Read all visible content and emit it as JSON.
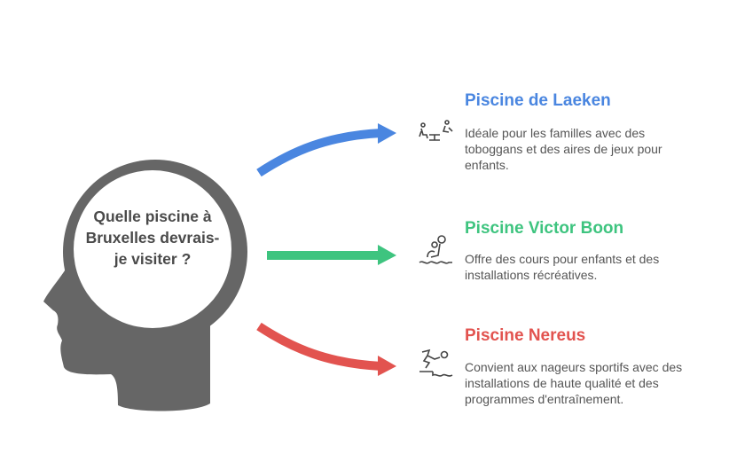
{
  "question": "Quelle piscine à Bruxelles devrais-je visiter ?",
  "colors": {
    "head": "#666666",
    "blue": "#4a86e0",
    "green": "#3ec47f",
    "red": "#e2534f"
  },
  "options": [
    {
      "title": "Piscine de Laeken",
      "description": "Idéale pour les familles avec des toboggans et des aires de jeux pour enfants.",
      "icon": "playground-icon"
    },
    {
      "title": "Piscine Victor Boon",
      "description": "Offre des cours pour enfants et des installations récréatives.",
      "icon": "child-swimmer-icon"
    },
    {
      "title": "Piscine Nereus",
      "description": "Convient aux nageurs sportifs avec des installations de haute qualité et des programmes d'entraînement.",
      "icon": "diver-icon"
    }
  ]
}
